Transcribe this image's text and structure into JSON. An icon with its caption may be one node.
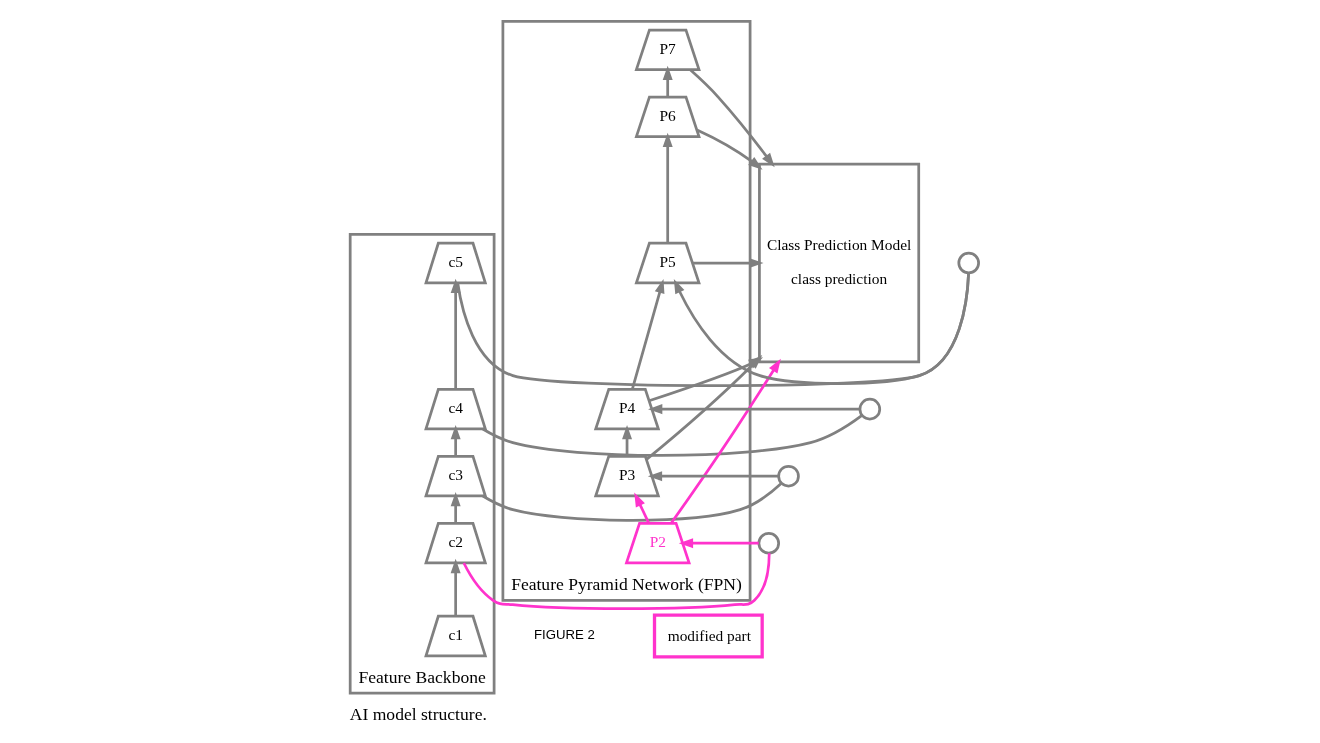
{
  "diagram": {
    "caption": "AI model structure.",
    "nodes": [
      {
        "text": [
          "Feature Backbone"
        ]
      },
      {
        "text": [
          "c5"
        ],
        "in": 0
      },
      {
        "text": [
          "c4"
        ],
        "in": 0
      },
      {
        "text": [
          "c3"
        ],
        "in": 0
      },
      {
        "text": [
          "c2"
        ],
        "in": 0
      },
      {
        "text": [
          "c1"
        ],
        "in": 0
      },
      {
        "text": [
          "Feature Pyramid Network (FPN)"
        ]
      },
      {
        "text": [
          "P7"
        ],
        "in": 6
      },
      {
        "text": [
          "P6"
        ],
        "in": 6
      },
      {
        "text": [
          "P5"
        ],
        "in": 6
      },
      {
        "text": [
          "P4"
        ],
        "in": 6
      },
      {
        "text": [
          "P3"
        ],
        "in": 6
      },
      {
        "text": [
          "P2"
        ],
        "in": 6
      },
      {
        "text": [
          "Class Prediction Model",
          "class prediction"
        ]
      },
      {
        "text": [],
        "shape": "circle"
      },
      {
        "text": [],
        "shape": "circle"
      },
      {
        "text": [],
        "shape": "circle"
      },
      {
        "text": [],
        "shape": "circle"
      }
    ],
    "edges": [
      {
        "from": 5,
        "to": 4,
        "arrow": "to"
      },
      {
        "from": 4,
        "to": 3,
        "arrow": "to"
      },
      {
        "from": 3,
        "to": 2,
        "arrow": "to"
      },
      {
        "from": 2,
        "to": 1,
        "arrow": "to"
      },
      {
        "from": 1,
        "to": 14,
        "arrow": "none"
      },
      {
        "from": 14,
        "to": 9,
        "arrow": "to"
      },
      {
        "from": 2,
        "to": 15,
        "arrow": "none"
      },
      {
        "from": 15,
        "to": 10,
        "arrow": "to"
      },
      {
        "from": 3,
        "to": 16,
        "arrow": "none"
      },
      {
        "from": 16,
        "to": 11,
        "arrow": "to"
      },
      {
        "from": 4,
        "to": 17,
        "arrow": "none",
        "color": "#ff33cc"
      },
      {
        "from": 17,
        "to": 12,
        "arrow": "to",
        "color": "#ff33cc"
      },
      {
        "from": 12,
        "to": 11,
        "arrow": "to",
        "color": "#ff33cc"
      },
      {
        "from": 11,
        "to": 10,
        "arrow": "to"
      },
      {
        "from": 10,
        "to": 9,
        "arrow": "to"
      },
      {
        "from": 9,
        "to": 8,
        "arrow": "to"
      },
      {
        "from": 8,
        "to": 7,
        "arrow": "to"
      },
      {
        "from": 7,
        "to": 13,
        "arrow": "to"
      },
      {
        "from": 8,
        "to": 13,
        "arrow": "to"
      },
      {
        "from": 9,
        "to": 13,
        "arrow": "to"
      },
      {
        "from": 10,
        "to": 13,
        "arrow": "to"
      },
      {
        "from": 11,
        "to": 13,
        "arrow": "to"
      },
      {
        "from": 12,
        "to": 13,
        "arrow": "to",
        "color": "#ff33cc"
      }
    ],
    "labels": [
      "FIGURE 2"
    ],
    "legend": [
      {
        "text": "modified part",
        "color": "#ff33cc"
      }
    ]
  }
}
